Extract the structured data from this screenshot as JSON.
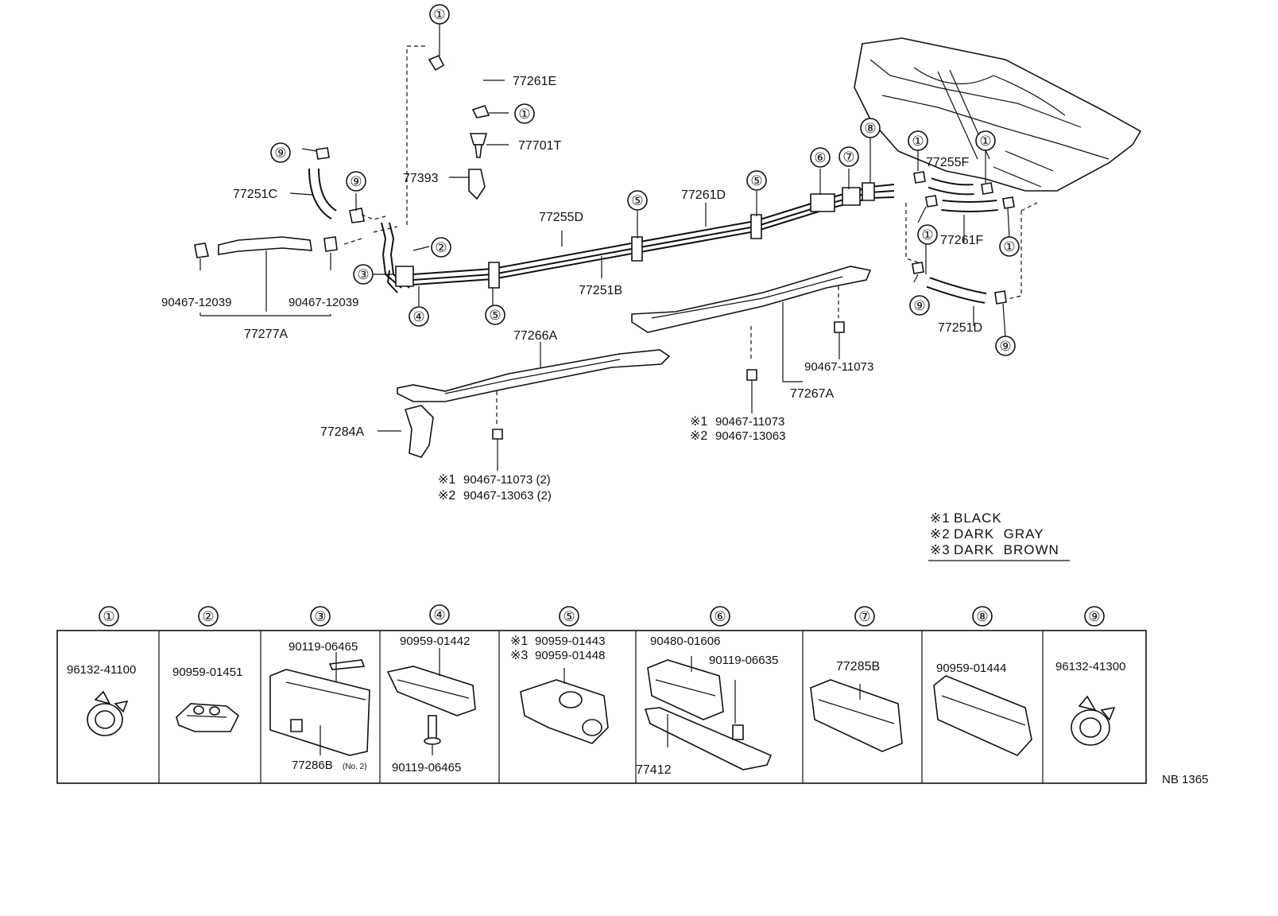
{
  "callouts": {
    "c1": "①",
    "c2": "②",
    "c3": "③",
    "c4": "④",
    "c5": "⑤",
    "c6": "⑥",
    "c7": "⑦",
    "c8": "⑧",
    "c9": "⑨"
  },
  "parts": {
    "p77261E": "77261E",
    "p77701T": "77701T",
    "p77393": "77393",
    "p77251C": "77251C",
    "p90467_12039_left": "90467-12039",
    "p90467_12039_right": "90467-12039",
    "p77277A": "77277A",
    "p77255D": "77255D",
    "p77251B": "77251B",
    "p77261D": "77261D",
    "p77266A": "77266A",
    "p77284A": "77284A",
    "p77267A": "77267A",
    "p90467_11073_upper": "90467-11073",
    "p77255F": "77255F",
    "p77261F": "77261F",
    "p77251D": "77251D",
    "center_note1_num": "90467-11073",
    "center_note2_num": "90467-13063",
    "left_note1_num": "90467-11073 (2)",
    "left_note2_num": "90467-13063 (2)",
    "mark1": "※1",
    "mark2": "※2",
    "mark3": "※3"
  },
  "legend": {
    "m1": "※1",
    "l1": "BLACK",
    "m2": "※2",
    "l2": "DARK  GRAY",
    "m3": "※3",
    "l3": "DARK  BROWN"
  },
  "table": {
    "headers": [
      "①",
      "②",
      "③",
      "④",
      "⑤",
      "⑥",
      "⑦",
      "⑧",
      "⑨"
    ],
    "cell1": "96132-41100",
    "cell2": "90959-01451",
    "cell3_top": "90119-06465",
    "cell3_bottom": "77286B",
    "cell3_note": "(No. 2)",
    "cell4_top": "90959-01442",
    "cell4_bottom": "90119-06465",
    "cell5_mark1": "※1",
    "cell5_num1": "90959-01443",
    "cell5_mark3": "※3",
    "cell5_num3": "90959-01448",
    "cell6_top": "90480-01606",
    "cell6_mid": "90119-06635",
    "cell6_bottom": "77412",
    "cell7": "77285B",
    "cell8": "90959-01444",
    "cell9": "96132-41300"
  },
  "figure_code": "NB 1365"
}
